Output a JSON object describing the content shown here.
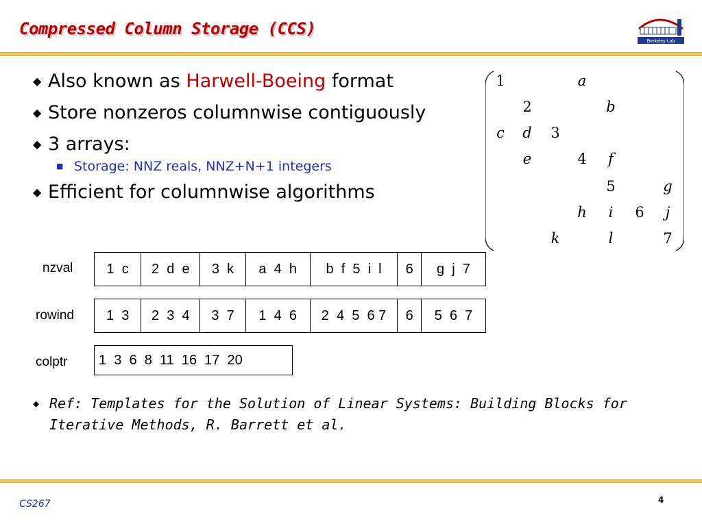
{
  "slide": {
    "title": "Compressed Column Storage (CCS)",
    "footer": "CS267",
    "page_number": "4",
    "logo_text": "Berkeley Lab"
  },
  "bullets": {
    "b1_pre": "Also known as ",
    "b1_highlight": "Harwell-Boeing",
    "b1_post": " format",
    "b2": "Store nonzeros columnwise contiguously",
    "b3": "3 arrays:",
    "b3_sub": "Storage: NNZ reals, NNZ+N+1 integers",
    "b4": "Efficient for columnwise algorithms"
  },
  "matrix": {
    "rows": [
      [
        "1",
        "",
        "",
        "a",
        "",
        "",
        ""
      ],
      [
        "",
        "2",
        "",
        "",
        "b",
        "",
        ""
      ],
      [
        "c",
        "d",
        "3",
        "",
        "",
        "",
        ""
      ],
      [
        "",
        "e",
        "",
        "4",
        "f",
        "",
        ""
      ],
      [
        "",
        "",
        "",
        "",
        "5",
        "",
        "g"
      ],
      [
        "",
        "",
        "",
        "h",
        "i",
        "6",
        "j"
      ],
      [
        "",
        "",
        "k",
        "",
        "l",
        "",
        "7"
      ]
    ]
  },
  "arrays": {
    "nzval_label": "nzval",
    "nzval": [
      "1  c",
      "2  d  e",
      "3  k",
      "a  4  h",
      "b  f  5  i  l",
      "6",
      "g  j  7"
    ],
    "rowind_label": "rowind",
    "rowind": [
      "1  3",
      "2  3  4",
      "3  7",
      "1  4  6",
      "2  4  5  6 7",
      "6",
      "5  6  7"
    ],
    "colptr_label": "colptr",
    "colptr": "1  3  6  8  11  16  17  20"
  },
  "reference": {
    "text": "Ref: Templates for the Solution of Linear Systems: Building Blocks for Iterative Methods,  R. Barrett et al."
  },
  "colors": {
    "title": "#c00000",
    "highlight": "#c00000",
    "sub_bullet": "#1f2fb8",
    "rule": "#e6c040"
  }
}
